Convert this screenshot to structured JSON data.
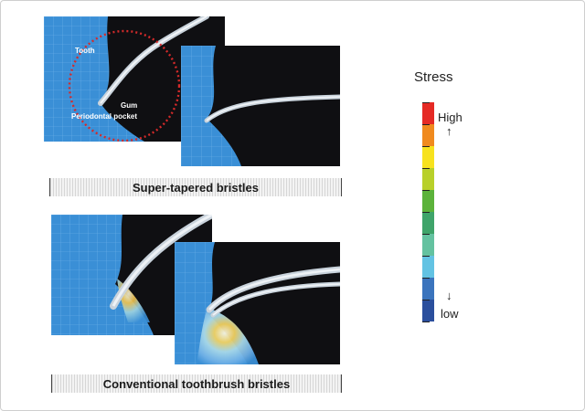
{
  "figure": {
    "top_panel_labels": {
      "tooth": "Tooth",
      "gum": "Gum",
      "pocket": "Periodontal pocket"
    },
    "captions": {
      "top": "Super-tapered bristles",
      "bottom": "Conventional toothbrush bristles"
    }
  },
  "legend": {
    "title": "Stress",
    "high_label": "High",
    "up_arrow": "↑",
    "down_arrow": "↓",
    "low_label": "low",
    "colors": [
      "#e52a25",
      "#f08a1e",
      "#f7e21e",
      "#b8d02a",
      "#5cb33b",
      "#3fa46a",
      "#64c2a0",
      "#63c3e3",
      "#3b74bd",
      "#2b4f9d"
    ]
  }
}
